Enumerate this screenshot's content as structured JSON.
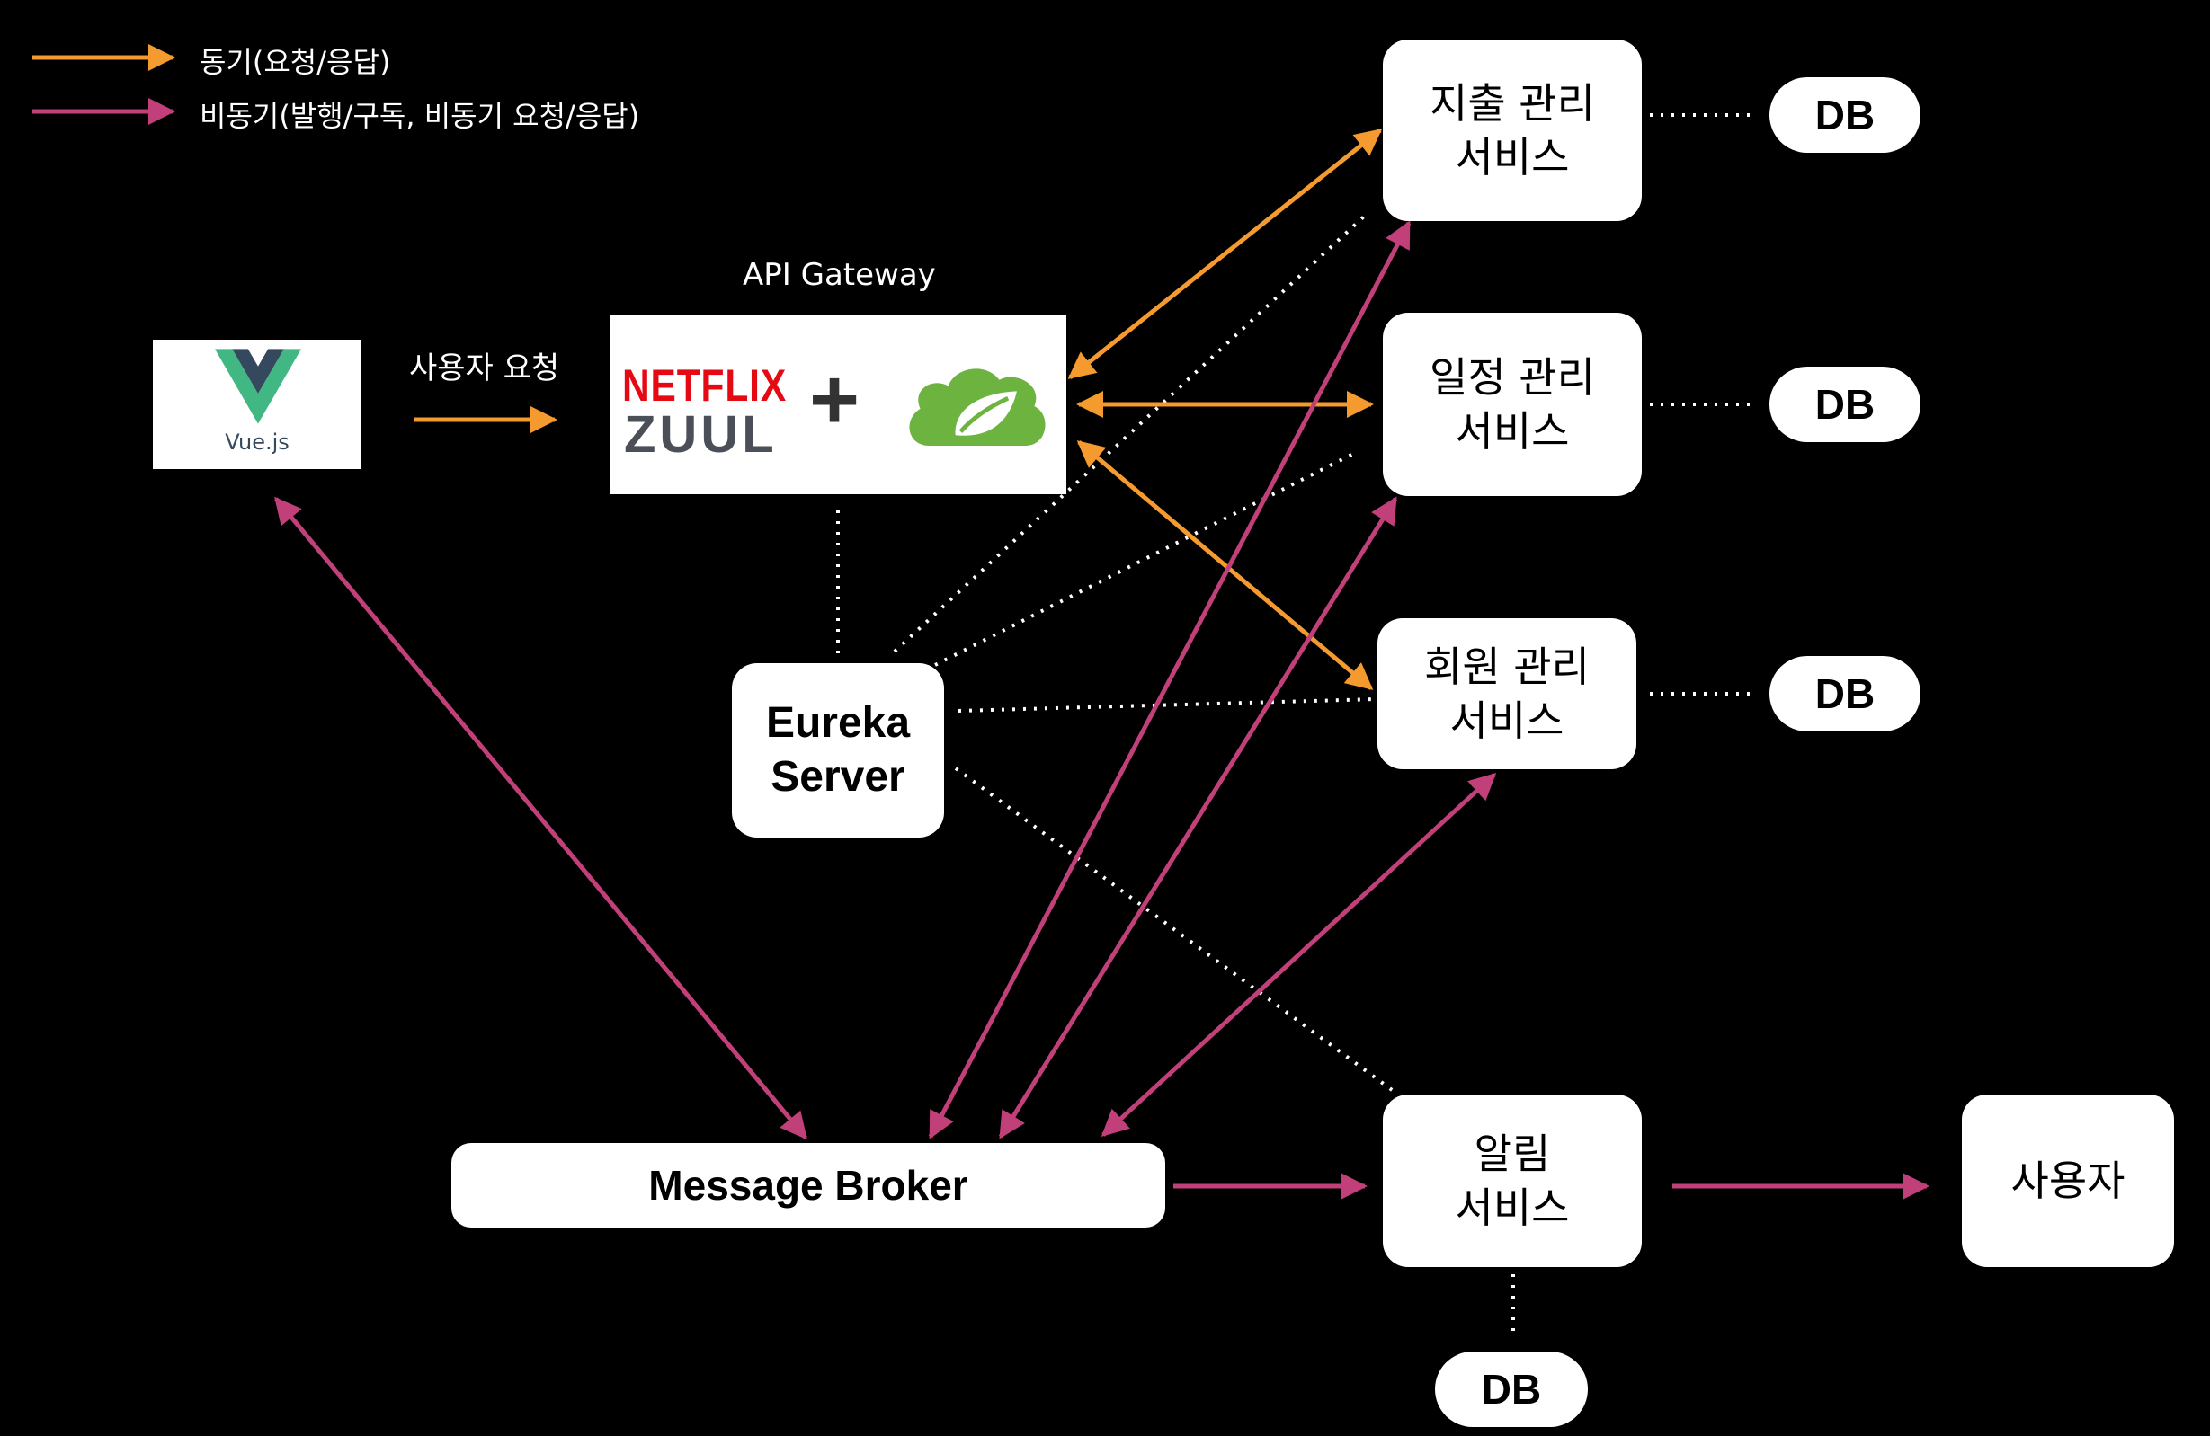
{
  "legend": {
    "sync": "동기(요청/응답)",
    "async": "비동기(발행/구독, 비동기 요청/응답)"
  },
  "colors": {
    "sync": "#f59a2e",
    "async": "#c2407a",
    "dotted": "#ffffff"
  },
  "gateway": {
    "title": "API Gateway",
    "netflix": "NETFLIX",
    "zuul": "ZUUL",
    "plus": "+"
  },
  "client": {
    "vue_label": "Vue.js",
    "request_label": "사용자 요청"
  },
  "eureka": {
    "label": "Eureka\nServer"
  },
  "broker": {
    "label": "Message Broker"
  },
  "services": {
    "expense": "지출 관리\n서비스",
    "schedule": "일정 관리\n서비스",
    "member": "회원 관리\n서비스",
    "notification": "알림\n서비스"
  },
  "user": {
    "label": "사용자"
  },
  "db_label": "DB",
  "icons": {
    "vue": "vue-logo-icon",
    "spring": "spring-leaf-icon",
    "arrow": "arrow-icon"
  }
}
